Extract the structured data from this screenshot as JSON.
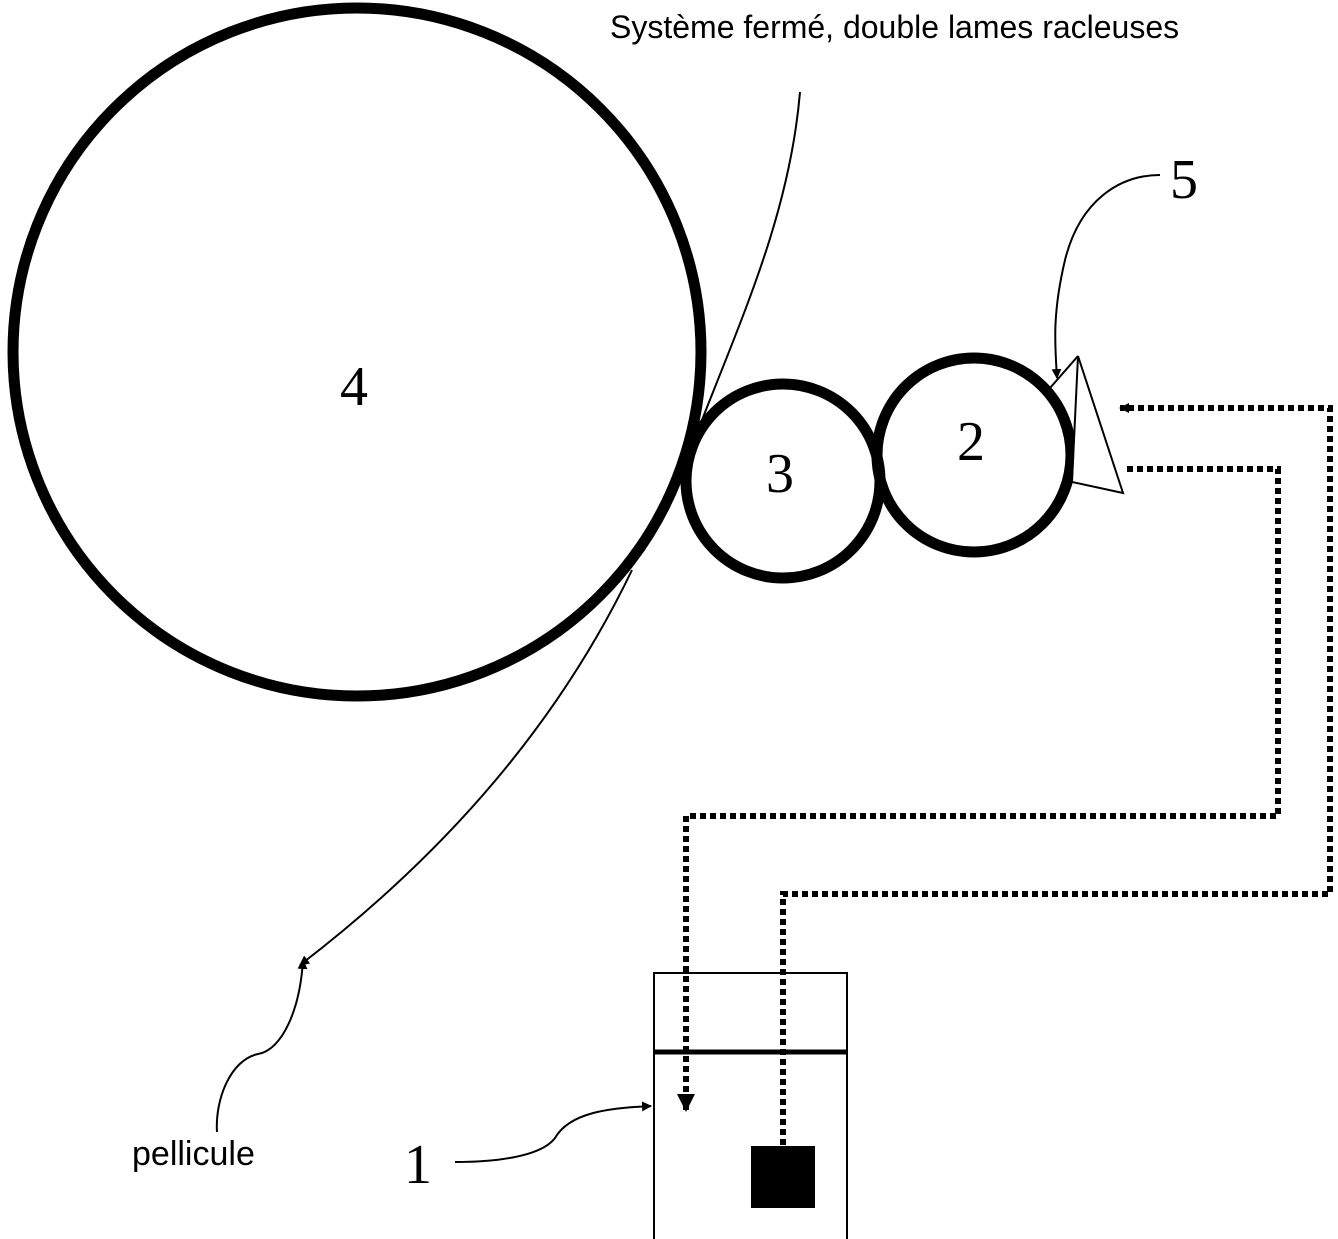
{
  "title": "Système fermé, double  lames racleuses",
  "labels": {
    "roller_4": "4",
    "roller_3": "3",
    "roller_2": "2",
    "blade_5": "5",
    "reservoir_1": "1",
    "film": "pellicule"
  },
  "colors": {
    "stroke": "#000000",
    "background": "#ffffff"
  }
}
